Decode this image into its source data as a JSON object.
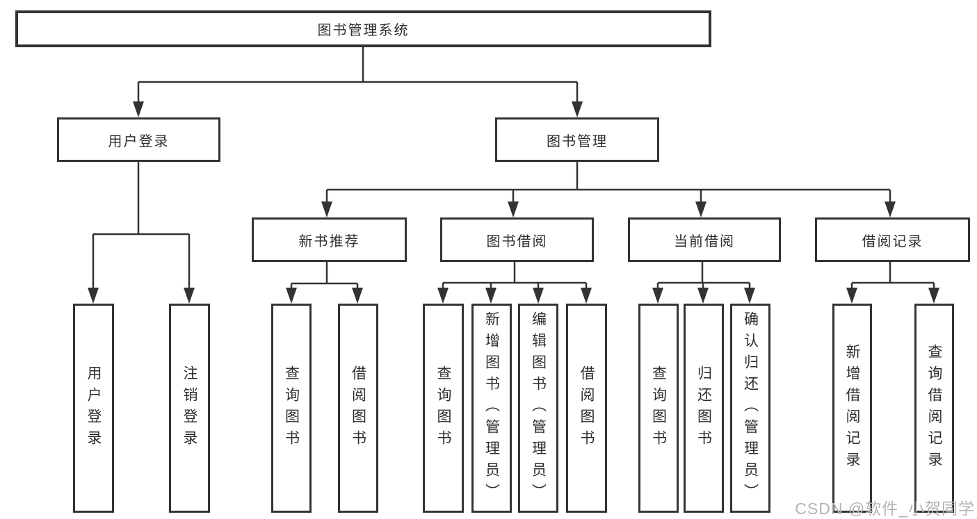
{
  "tree": {
    "root": "图书管理系统",
    "children": [
      {
        "label": "用户登录",
        "children": [
          {
            "label": "用户登录"
          },
          {
            "label": "注销登录"
          }
        ]
      },
      {
        "label": "图书管理",
        "children": [
          {
            "label": "新书推荐",
            "children": [
              {
                "label": "查询图书"
              },
              {
                "label": "借阅图书"
              }
            ]
          },
          {
            "label": "图书借阅",
            "children": [
              {
                "label": "查询图书"
              },
              {
                "label": "新增图书（管理员）"
              },
              {
                "label": "编辑图书（管理员）"
              },
              {
                "label": "借阅图书"
              }
            ]
          },
          {
            "label": "当前借阅",
            "children": [
              {
                "label": "查询图书"
              },
              {
                "label": "归还图书"
              },
              {
                "label": "确认归还（管理员）"
              }
            ]
          },
          {
            "label": "借阅记录",
            "children": [
              {
                "label": "新增借阅记录"
              },
              {
                "label": "查询借阅记录"
              }
            ]
          }
        ]
      }
    ]
  },
  "watermark": {
    "text": "CSDN @软件_小贺同学"
  },
  "colors": {
    "line": "#333333",
    "text": "#2d2d2d",
    "box_bg": "#ffffff",
    "watermark": "#b3b3b3"
  }
}
